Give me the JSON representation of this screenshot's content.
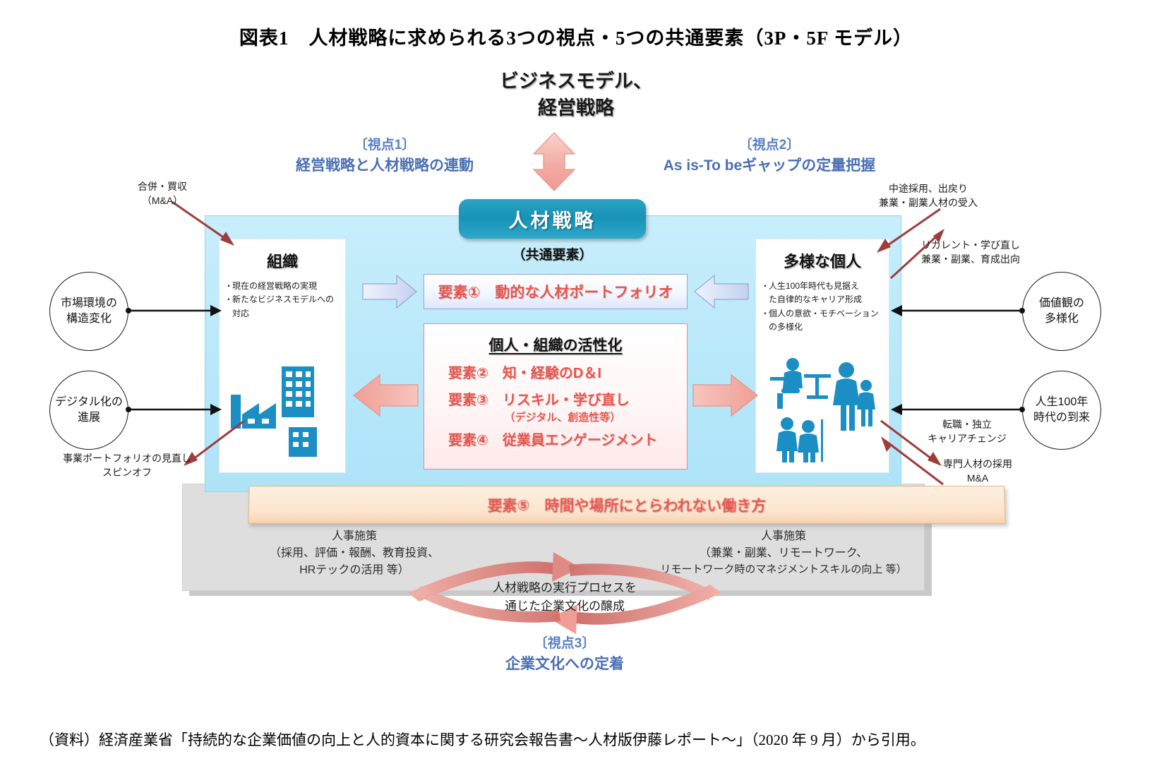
{
  "figure": {
    "title": "図表1　人材戦略に求められる3つの視点・5つの共通要素（3P・5F モデル）",
    "source": "（資料）経済産業省「持続的な企業価値の向上と人的資本に関する研究会報告書～人材版伊藤レポート～」（2020 年 9 月）から引用。"
  },
  "top": {
    "business_model_line1": "ビジネスモデル、",
    "business_model_line2": "経営戦略",
    "viewpoint1_label": "〔視点1〕",
    "viewpoint1_text": "経営戦略と人材戦略の連動",
    "viewpoint2_label": "〔視点2〕",
    "viewpoint2_text": "As is-To beギャップの定量把握"
  },
  "center": {
    "strategy_pill": "人材戦略",
    "common_elements_label": "（共通要素）",
    "element1": "要素①　動的な人材ポートフォリオ",
    "activation_header": "個人・組織の活性化",
    "element2": "要素②　知・経験のD＆I",
    "element3": "要素③　リスキル・学び直し",
    "element3_sub": "（デジタル、創造性等）",
    "element4": "要素④　従業員エンゲージメント",
    "element5": "要素⑤　時間や場所にとらわれない働き方"
  },
  "organization": {
    "title": "組織",
    "bullets": [
      "現在の経営戦略の実現",
      "新たなビジネスモデルへの",
      "対応"
    ]
  },
  "individuals": {
    "title": "多様な個人",
    "bullets": [
      "人生100年時代も見据え",
      "た自律的なキャリア形成",
      "個人の意欲・モチベーション",
      "の多様化"
    ]
  },
  "drivers": {
    "market_change_line1": "市場環境の",
    "market_change_line2": "構造変化",
    "digital_line1": "デジタル化の",
    "digital_line2": "進展",
    "values_line1": "価値観の",
    "values_line2": "多様化",
    "life100_line1": "人生100年",
    "life100_line2": "時代の到来"
  },
  "annotations": {
    "ma_line1": "合併・買収",
    "ma_line2": "（M&A）",
    "spinoff_line1": "事業ポートフォリオの見直し",
    "spinoff_line2": "スピンオフ",
    "midcareer_line1": "中途採用、出戻り",
    "midcareer_line2": "兼業・副業人材の受入",
    "recurrent_line1": "リカレント・学び直し",
    "recurrent_line2": "兼業・副業、育成出向",
    "jobchange_line1": "転職・独立",
    "jobchange_line2": "キャリアチェンジ",
    "specialist_line1": "専門人材の採用",
    "specialist_line2": "M&A"
  },
  "bottom": {
    "hr_left_title": "人事施策",
    "hr_left_sub1": "（採用、評価・報酬、教育投資、",
    "hr_left_sub2": "HRテックの活用 等）",
    "hr_right_title": "人事施策",
    "hr_right_sub1": "（兼業・副業、リモートワーク、",
    "hr_right_sub2": "リモートワーク時のマネジメントスキルの向上 等）",
    "culture_line1": "人材戦略の実行プロセスを",
    "culture_line2": "通じた企業文化の醸成",
    "viewpoint3_label": "〔視点3〕",
    "viewpoint3_text": "企業文化への定着"
  },
  "colors": {
    "panel_blue": "#bce9fa",
    "pill_teal": "#1892b6",
    "accent_red": "#e8554d",
    "viewpoint_blue": "#4a6fb5",
    "banner_orange": "#f6d3ae",
    "arrow_pink": "#f1a9a0",
    "arrow_darkred": "#a0403f",
    "icon_blue": "#1b8ec4",
    "gray_block": "#dedede"
  }
}
